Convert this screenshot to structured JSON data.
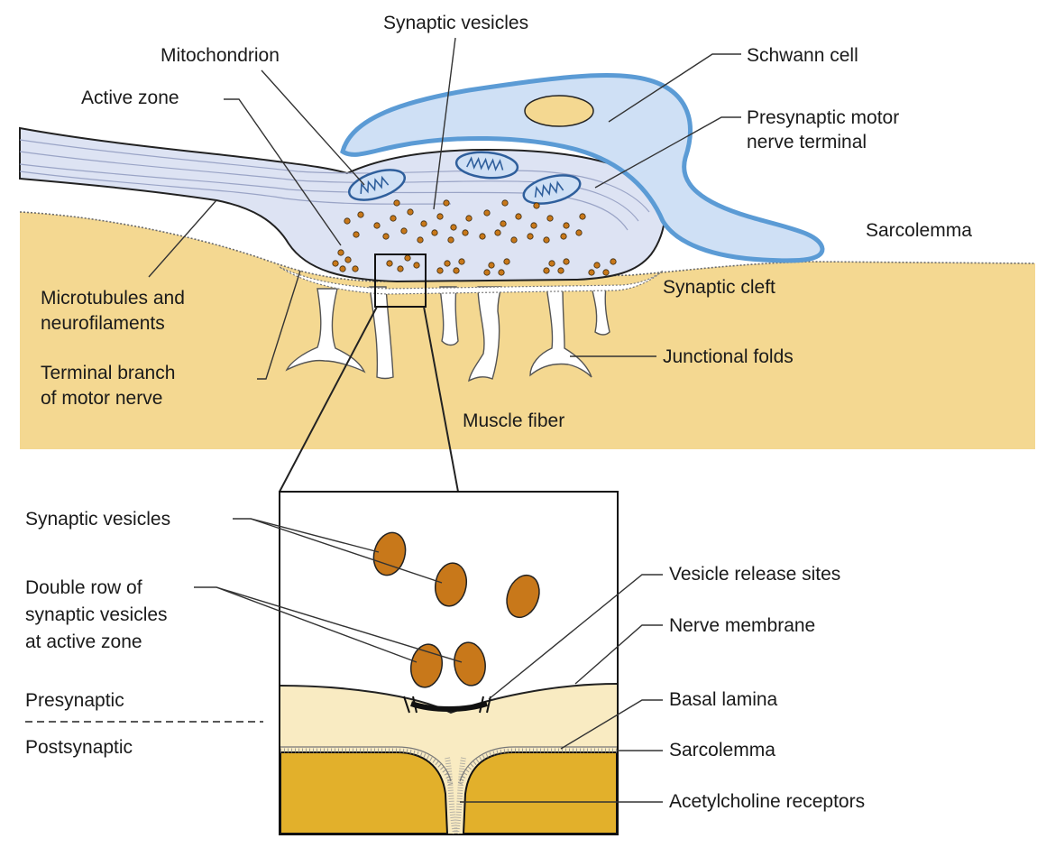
{
  "labels": {
    "synaptic_vesicles_top": "Synaptic vesicles",
    "mitochondrion": "Mitochondrion",
    "schwann_cell": "Schwann cell",
    "active_zone": "Active zone",
    "presynaptic_terminal_1": "Presynaptic motor",
    "presynaptic_terminal_2": "nerve terminal",
    "sarcolemma_top": "Sarcolemma",
    "synaptic_cleft": "Synaptic cleft",
    "microtubules_1": "Microtubules and",
    "microtubules_2": "neurofilaments",
    "junctional_folds": "Junctional folds",
    "terminal_branch_1": "Terminal branch",
    "terminal_branch_2": "of motor nerve",
    "muscle_fiber": "Muscle fiber",
    "synaptic_vesicles_bottom": "Synaptic vesicles",
    "vesicle_release_sites": "Vesicle release sites",
    "double_row_1": "Double row of",
    "double_row_2": "synaptic vesicles",
    "double_row_3": "at active zone",
    "nerve_membrane": "Nerve membrane",
    "presynaptic": "Presynaptic",
    "basal_lamina": "Basal lamina",
    "postsynaptic": "Postsynaptic",
    "sarcolemma_bottom": "Sarcolemma",
    "acetylcholine_receptors": "Acetylcholine receptors"
  },
  "colors": {
    "muscle": "#f4d891",
    "muscle_dark": "#e2b02b",
    "nerve": "#dde3f3",
    "schwann_outline": "#5b9bd5",
    "schwann_fill": "#cfe0f5",
    "vesicle": "#c8781a",
    "cleft_fill": "#f9ebc2"
  },
  "icons": {
    "vesicle": "vesicle-icon",
    "mitochondrion": "mitochondrion-icon",
    "nucleus": "nucleus-icon"
  }
}
